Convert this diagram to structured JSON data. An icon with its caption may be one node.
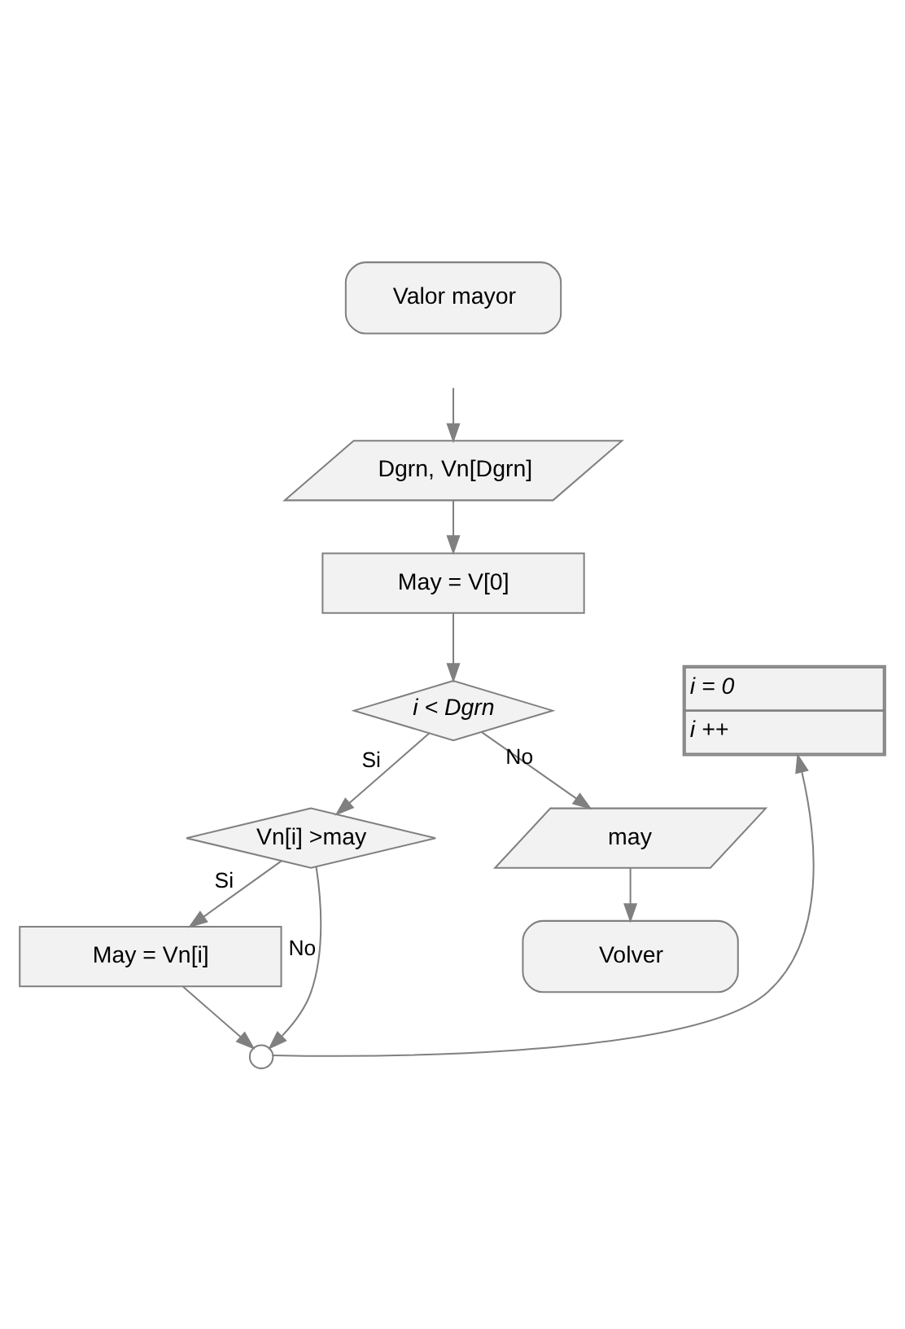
{
  "diagram": {
    "nodes": [
      {
        "text": [
          "Valor mayor"
        ]
      },
      {
        "text": [
          "Dgrn, Vn[Dgrn]"
        ]
      },
      {
        "text": [
          "May = V[0]"
        ]
      },
      {
        "text": [
          "i < Dgrn"
        ]
      },
      {
        "text": [
          "i = 0",
          "i ++"
        ]
      },
      {
        "text": [
          "Vn[i] >may"
        ]
      },
      {
        "text": [
          "May = Vn[i]"
        ]
      },
      {
        "text": [],
        "shape": "circle"
      },
      {
        "text": [
          "may"
        ]
      },
      {
        "text": [
          "Volver"
        ]
      }
    ],
    "edges": [
      {
        "from": null,
        "to": 1,
        "arrow": "to"
      },
      {
        "from": 1,
        "to": 2,
        "arrow": "to"
      },
      {
        "from": 2,
        "to": 3,
        "arrow": "to"
      },
      {
        "from": 3,
        "to": 5,
        "label": "Si",
        "arrow": "to"
      },
      {
        "from": 3,
        "to": 8,
        "label": "No",
        "arrow": "to"
      },
      {
        "from": 5,
        "to": 6,
        "label": "Si",
        "arrow": "to"
      },
      {
        "from": 5,
        "to": 7,
        "label": "No",
        "arrow": "to"
      },
      {
        "from": 6,
        "to": 7,
        "arrow": "to"
      },
      {
        "from": 7,
        "to": 4,
        "arrow": "to"
      },
      {
        "from": 8,
        "to": 9,
        "arrow": "to"
      }
    ]
  }
}
